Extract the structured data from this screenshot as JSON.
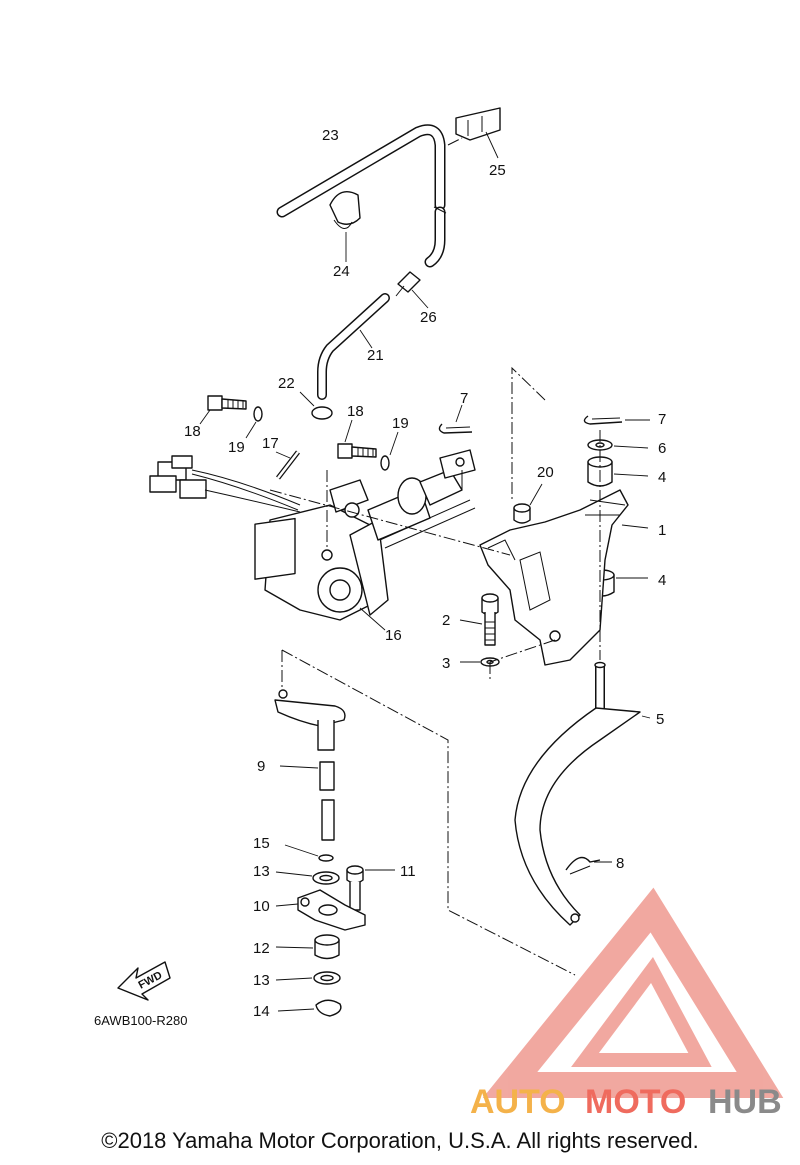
{
  "diagram": {
    "code": "6AWB100-R280",
    "fwd_label": "FWD",
    "copyright": "©2018 Yamaha Motor Corporation, U.S.A. All rights reserved.",
    "callouts": [
      {
        "id": "c1",
        "text": "1"
      },
      {
        "id": "c2",
        "text": "2"
      },
      {
        "id": "c3",
        "text": "3"
      },
      {
        "id": "c4a",
        "text": "4"
      },
      {
        "id": "c4b",
        "text": "4"
      },
      {
        "id": "c5",
        "text": "5"
      },
      {
        "id": "c6",
        "text": "6"
      },
      {
        "id": "c7a",
        "text": "7"
      },
      {
        "id": "c7b",
        "text": "7"
      },
      {
        "id": "c8",
        "text": "8"
      },
      {
        "id": "c9",
        "text": "9"
      },
      {
        "id": "c10",
        "text": "10"
      },
      {
        "id": "c11",
        "text": "11"
      },
      {
        "id": "c12",
        "text": "12"
      },
      {
        "id": "c13a",
        "text": "13"
      },
      {
        "id": "c13b",
        "text": "13"
      },
      {
        "id": "c14",
        "text": "14"
      },
      {
        "id": "c15",
        "text": "15"
      },
      {
        "id": "c16",
        "text": "16"
      },
      {
        "id": "c17",
        "text": "17"
      },
      {
        "id": "c18a",
        "text": "18"
      },
      {
        "id": "c18b",
        "text": "18"
      },
      {
        "id": "c19a",
        "text": "19"
      },
      {
        "id": "c19b",
        "text": "19"
      },
      {
        "id": "c20",
        "text": "20"
      },
      {
        "id": "c21",
        "text": "21"
      },
      {
        "id": "c22",
        "text": "22"
      },
      {
        "id": "c23",
        "text": "23"
      },
      {
        "id": "c24",
        "text": "24"
      },
      {
        "id": "c25",
        "text": "25"
      },
      {
        "id": "c26",
        "text": "26"
      }
    ]
  },
  "watermark": {
    "part1": "AUTO",
    "part2": "MOTO",
    "part3": "HUB",
    "color_triangle": "#ef9a90",
    "color_auto": "#f4b24a",
    "color_moto": "#ef6b5e",
    "color_hub": "#8a8a8a"
  }
}
